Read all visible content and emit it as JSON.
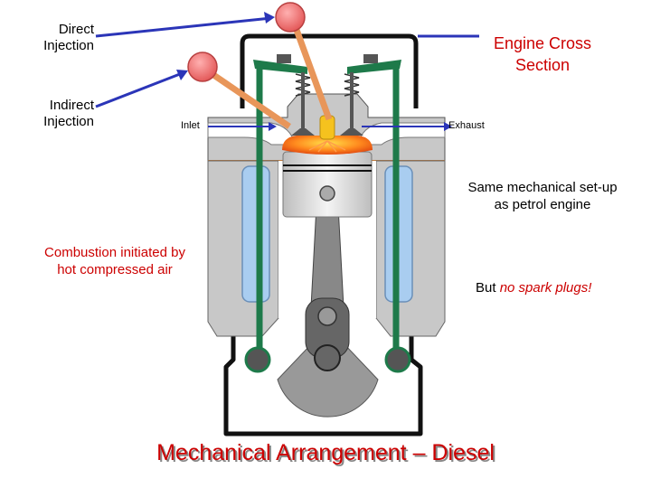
{
  "labels": {
    "direct_injection": [
      "Direct",
      "Injection"
    ],
    "indirect_injection": [
      "Indirect",
      "Injection"
    ],
    "engine_cross_section": [
      "Engine Cross",
      "Section"
    ],
    "inlet": "Inlet",
    "exhaust": "Exhaust",
    "same_setup": [
      "Same mechanical set-up",
      "as petrol engine"
    ],
    "combustion": [
      "Combustion initiated by",
      "hot compressed air"
    ],
    "spark_prefix": "But ",
    "spark_emph": "no spark plugs!",
    "title": "Mechanical Arrangement – Diesel"
  },
  "colors": {
    "accent_red": "#cc0000",
    "arrow_blue": "#2b35b8",
    "valve_green": "#1e7a4a",
    "body_gray": "#c8c8c8",
    "coolant_blue": "#a9cdf0",
    "injector_ball": "#f07070",
    "injector_stem": "#e8965a",
    "combustion": "#ff7a1e"
  }
}
